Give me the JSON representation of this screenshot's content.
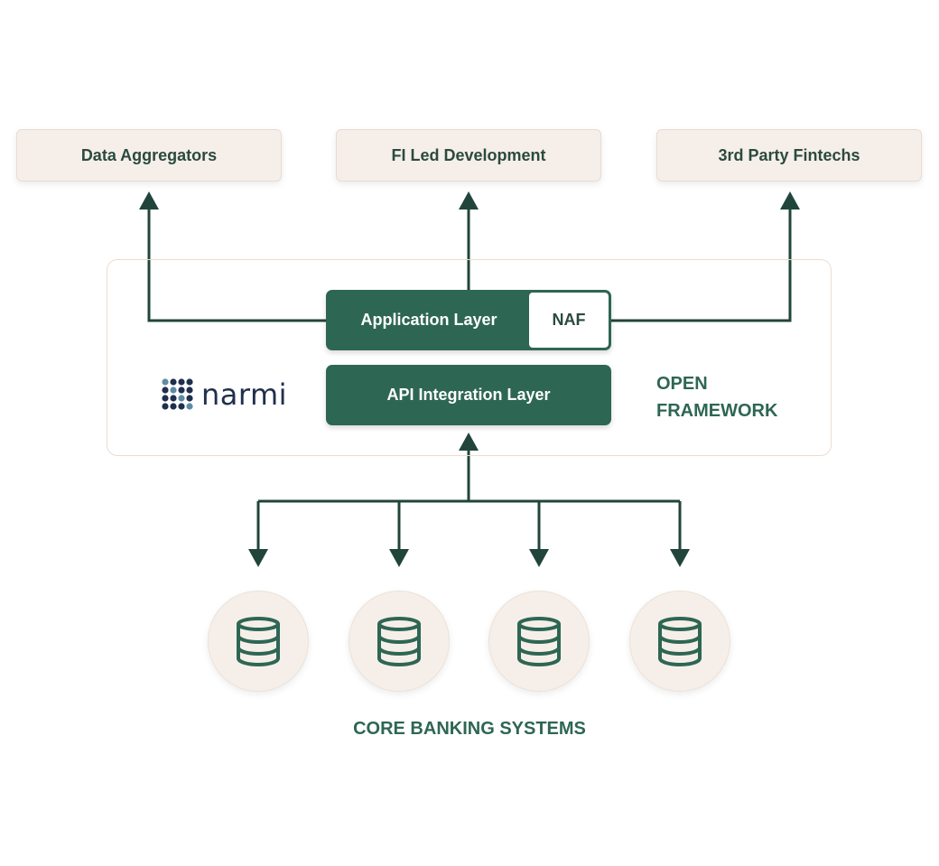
{
  "targets": [
    {
      "label": "Data Aggregators"
    },
    {
      "label": "FI Led Development"
    },
    {
      "label": "3rd Party Fintechs"
    }
  ],
  "framework": {
    "application_layer": "Application Layer",
    "naf": "NAF",
    "api_layer": "API Integration Layer",
    "title_line1": "OPEN",
    "title_line2": "FRAMEWORK"
  },
  "logo": {
    "word": "narmi"
  },
  "core": {
    "label": "CORE BANKING SYSTEMS",
    "databases": [
      {
        "icon": "database-icon"
      },
      {
        "icon": "database-icon"
      },
      {
        "icon": "database-icon"
      },
      {
        "icon": "database-icon"
      }
    ]
  },
  "colors": {
    "primary_green": "#2e6654",
    "connector": "#21453a",
    "cream": "#f6efe9",
    "text_dark": "#2b4a3f",
    "logo_navy": "#1f2f4d",
    "logo_blue": "#5f8ca3"
  }
}
